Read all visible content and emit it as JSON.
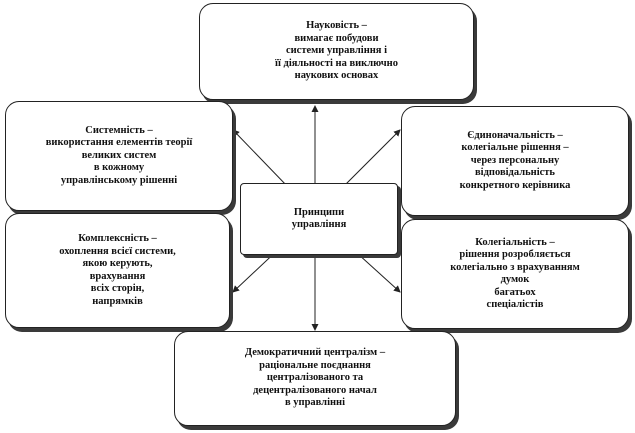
{
  "center": {
    "lines": [
      "Принципи",
      "управління"
    ]
  },
  "principles": {
    "top": {
      "lines": [
        "Науковість –",
        "вимагає побудови",
        "системи управління і",
        "її діяльності на виключно",
        "наукових основах"
      ]
    },
    "left_upper": {
      "lines": [
        "Системність –",
        "використання елементів теорії",
        "великих систем",
        "в кожному",
        "управлінському рішенні"
      ]
    },
    "left_lower": {
      "lines": [
        "Комплексність –",
        "охоплення всієї системи,",
        "якою керують,",
        "врахування",
        "всіх сторін,",
        "напрямків"
      ]
    },
    "right_upper": {
      "lines": [
        "Єдиноначальність –",
        "колегіальне рішення –",
        "через персональну",
        "відповідальність",
        "конкретного керівника"
      ]
    },
    "right_lower": {
      "lines": [
        "Колегіальність –",
        "рішення розробляється",
        "колегіально з врахуванням",
        "думок",
        "багатьох",
        "спеціалістів"
      ]
    },
    "bottom": {
      "lines": [
        "Демократичний централізм –",
        "раціональне поєднання",
        "централізованого та",
        "децентралізованого начал",
        "в управлінні"
      ]
    }
  },
  "colors": {
    "line": "#222222",
    "shadow": "#3a3a3a",
    "text": "#111111",
    "background": "#ffffff"
  }
}
